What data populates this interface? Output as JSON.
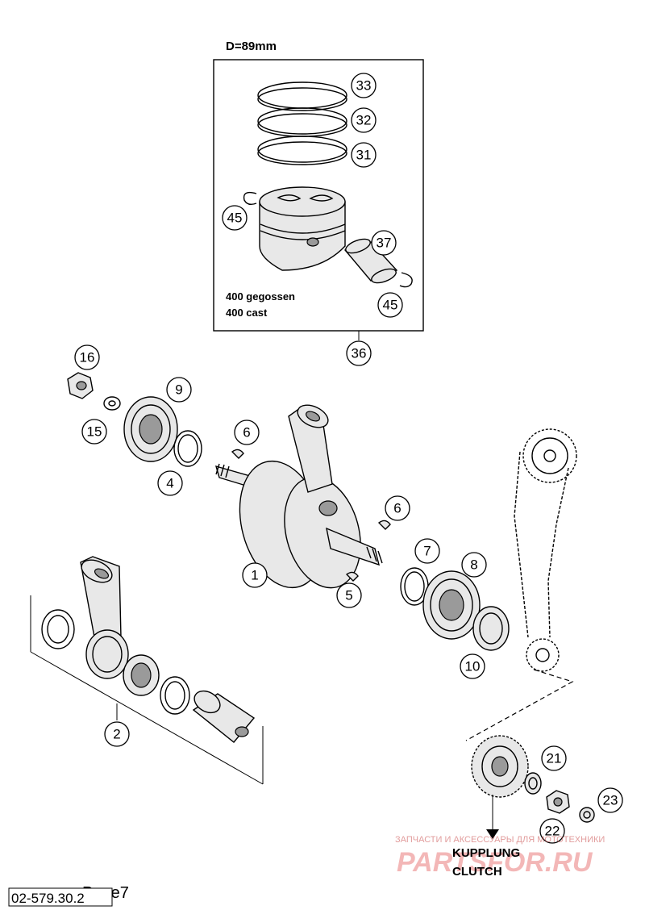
{
  "title": {
    "bore": "D=89mm",
    "piston_line1": "400 gegossen",
    "piston_line2": "400 cast"
  },
  "callouts": [
    "33",
    "32",
    "31",
    "45",
    "37",
    "45",
    "36",
    "16",
    "9",
    "15",
    "4",
    "6",
    "6",
    "1",
    "5",
    "7",
    "8",
    "10",
    "2",
    "21",
    "23",
    "22"
  ],
  "clutch": {
    "line1": "KUPPLUNG",
    "line2": "CLUTCH"
  },
  "footer": {
    "code": "02-579.30.2",
    "page": "Page7"
  },
  "watermark": {
    "text": "ЗАПЧАСТИ И АКСЕССУАРЫ ДЛЯ МОТОТЕХНИКИ",
    "logo": "PARTSFOR.RU"
  }
}
